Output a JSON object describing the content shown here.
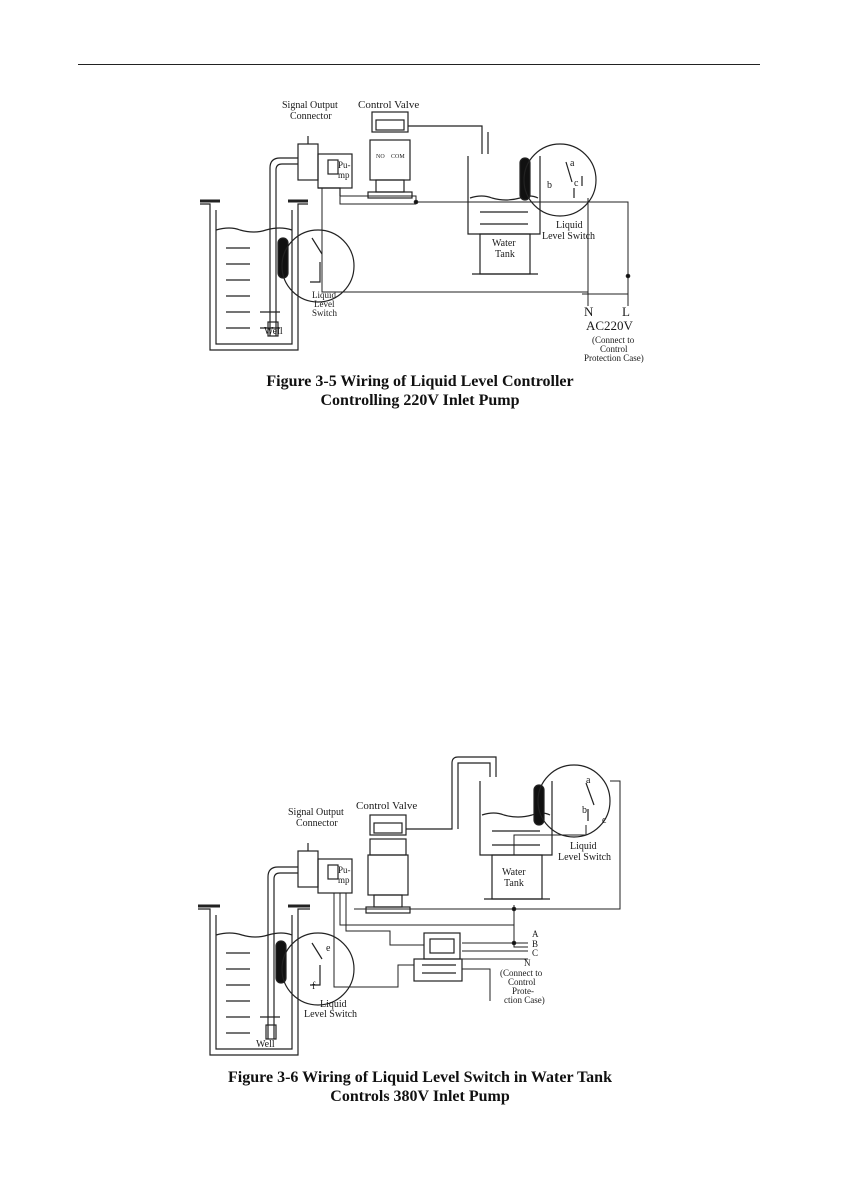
{
  "figure1": {
    "labels": {
      "signal_output_connector_line1": "Signal Output",
      "signal_output_connector_line2": "Connector",
      "control_valve": "Control Valve",
      "pump_line1": "Pu-",
      "pump_line2": "mp",
      "terminal_left": "NO",
      "terminal_right": "COM",
      "switch_a": "a",
      "switch_b": "b",
      "switch_c": "c",
      "water_tank_line1": "Water",
      "water_tank_line2": "Tank",
      "tank_switch_line1": "Liquid",
      "tank_switch_line2": "Level Switch",
      "well_switch_line1": "Liquid",
      "well_switch_line2": "Level",
      "well_switch_line3": "Switch",
      "well": "Well",
      "n": "N",
      "l": "L",
      "supply": "AC220V",
      "note_line1": "(Connect to",
      "note_line2": "Control",
      "note_line3": "Protection Case)"
    },
    "caption_line1": "Figure 3-5 Wiring of Liquid Level Controller",
    "caption_line2": "Controlling 220V Inlet Pump"
  },
  "figure2": {
    "labels": {
      "signal_output_connector_line1": "Signal Output",
      "signal_output_connector_line2": "Connector",
      "control_valve": "Control Valve",
      "pump_line1": "Pu-",
      "pump_line2": "mp",
      "switch_a": "a",
      "switch_b": "b",
      "switch_c": "c",
      "water_tank_line1": "Water",
      "water_tank_line2": "Tank",
      "tank_switch_line1": "Liquid",
      "tank_switch_line2": "Level Switch",
      "switch_e": "e",
      "switch_f": "f",
      "well_switch_line1": "Liquid",
      "well_switch_line2": "Level Switch",
      "well": "Well",
      "phase_a": "A",
      "phase_b": "B",
      "phase_c": "C",
      "neutral": "N",
      "note_line1": "(Connect to",
      "note_line2": "Control",
      "note_line3": "Prote-",
      "note_line4": "ction Case)"
    },
    "caption_line1": "Figure 3-6 Wiring of Liquid Level Switch in Water Tank",
    "caption_line2": "Controls 380V Inlet Pump"
  }
}
